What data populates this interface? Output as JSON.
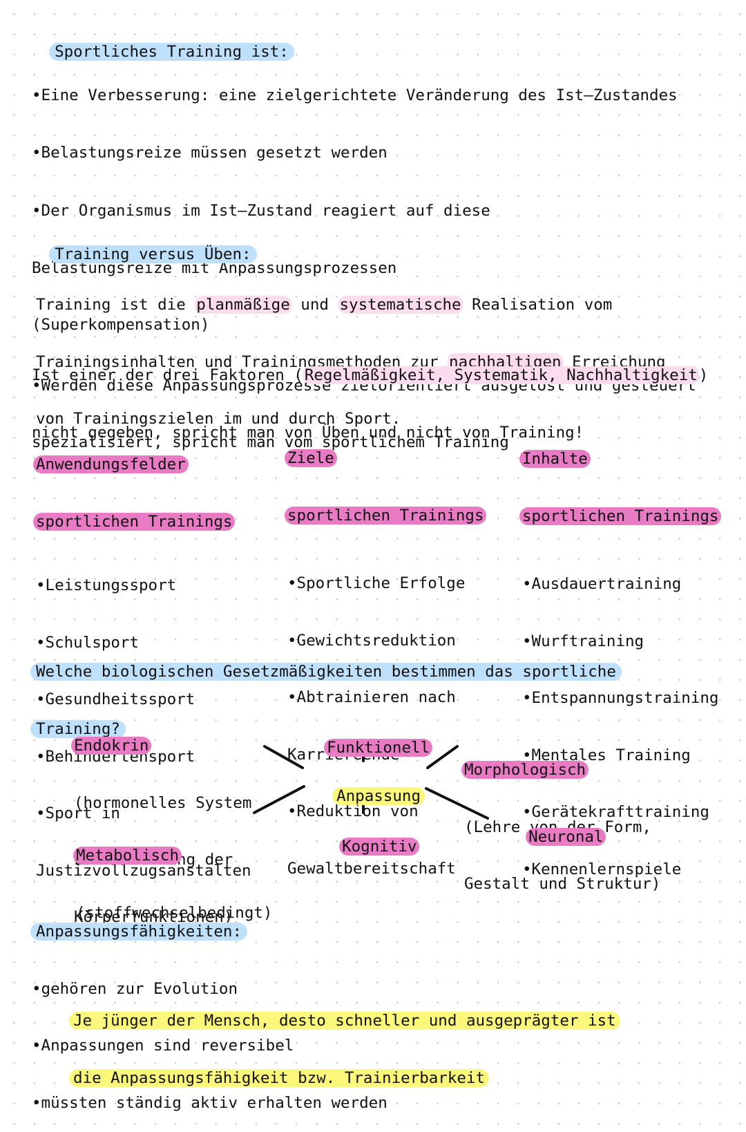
{
  "section1": {
    "heading": "Sportliches Training ist:",
    "items": [
      "•Eine Verbesserung: eine zielgerichtete Veränderung des Ist–Zustandes",
      "•Belastungsreize müssen gesetzt werden",
      "•Der Organismus im Ist–Zustand reagiert auf diese",
      "Belastungsreize mit Anpassungsprozessen",
      "(Superkompensation)",
      "•Werden diese Anpassungsprozesse zielorientiert ausgelöst und gesteuert",
      "spezialisiert, spricht man vom sportlichem Training"
    ]
  },
  "section2": {
    "heading": "Training versus Üben:",
    "para1": {
      "l1_a": "Training ist die ",
      "l1_h1": "planmäßige",
      "l1_b": " und ",
      "l1_h2": "systematische",
      "l1_c": " Realisation vom",
      "l2_a": "Trainingsinhalten und Trainingsmethoden zur ",
      "l2_h": "nachhaltigen",
      "l2_b": " Erreichung",
      "l3": "von Trainingszielen im und durch Sport."
    },
    "para2": {
      "l1_a": "Ist einer der drei Faktoren (",
      "l1_h": "Regelmäßigkeit, Systematik, Nachhaltigkeit",
      "l1_b": ")",
      "l2": "nicht gegeben, spricht man von Üben und nicht von Training!"
    }
  },
  "columns": [
    {
      "title_l1": "Anwendungsfelder",
      "title_l2": "sportlichen Trainings",
      "items": [
        "•Leistungssport",
        "•Schulsport",
        "•Gesundheitssport",
        "•Behindertensport",
        "•Sport in",
        "Justizvollzugsanstalten"
      ]
    },
    {
      "title_l1": "Ziele",
      "title_l2": "sportlichen Trainings",
      "items": [
        "•Sportliche Erfolge",
        "•Gewichtsreduktion",
        "•Abtrainieren nach",
        "Karriereende",
        "•Reduktion von",
        "Gewaltbereitschaft"
      ]
    },
    {
      "title_l1": "Inhalte",
      "title_l2": "sportlichen Trainings",
      "items": [
        "•Ausdauertraining",
        "•Wurftraining",
        "•Entspannungstraining",
        "•Mentales Training",
        "•Gerätekrafttraining",
        "•Kennenlernspiele"
      ]
    }
  ],
  "section3": {
    "question_l1": "Welche biologischen Gesetzmäßigkeiten bestimmen das sportliche",
    "question_l2": "Training?"
  },
  "mindmap": {
    "center": "Anpassung",
    "endokrin": {
      "label": "Endokrin",
      "desc": [
        "(hormonelles System",
        "zur Steuerung der",
        "Körperfunktionen)"
      ]
    },
    "funktionell": {
      "label": "Funktionell"
    },
    "morphologisch": {
      "label": "Morphologisch",
      "desc": [
        "(Lehre von der Form,",
        "Gestalt und Struktur)"
      ]
    },
    "metabolisch": {
      "label": "Metabolisch",
      "desc": [
        "(stoffwechselbedingt)"
      ]
    },
    "kognitiv": {
      "label": "Kognitiv"
    },
    "neuronal": {
      "label": "Neuronal"
    }
  },
  "section4": {
    "heading": "Anpassungsfähigkeiten:",
    "items": [
      "•gehören zur Evolution",
      "•Anpassungen sind reversibel",
      "•müssten ständig aktiv erhalten werden"
    ],
    "highlight_l1": "Je jünger der Mensch, desto schneller und ausgeprägter ist",
    "highlight_l2": "die Anpassungsfähigkeit bzw. Trainierbarkeit"
  },
  "colors": {
    "heading_highlight": "#bfe0fa",
    "category_highlight": "#e87bc4",
    "keyword_highlight": "#fbdcef",
    "key_statement_highlight": "#fbf77a"
  }
}
